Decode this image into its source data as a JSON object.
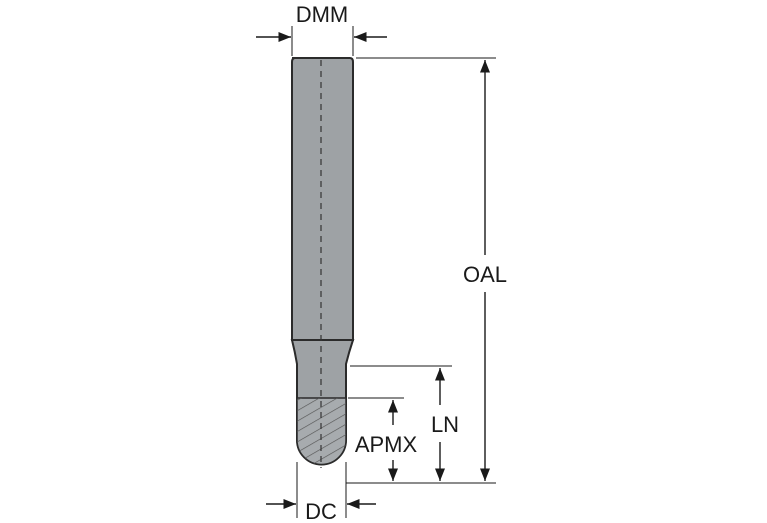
{
  "labels": {
    "dmm": "DMM",
    "oal": "OAL",
    "ln": "LN",
    "apmx": "APMX",
    "dc": "DC"
  },
  "colors": {
    "tool_body": "#9ea2a5",
    "tool_outline": "#2b2b2b",
    "flute_fill": "#a7abae",
    "hatch": "#555555",
    "dimension_line": "#1a1a1a",
    "centerline": "#333333"
  }
}
